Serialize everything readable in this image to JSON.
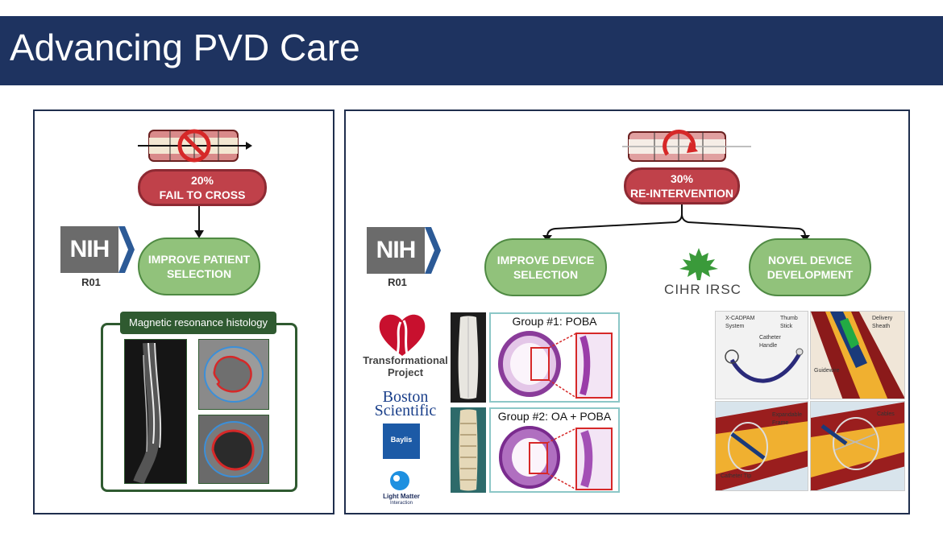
{
  "slide": {
    "title": "Advancing PVD Care"
  },
  "left_panel": {
    "stat": {
      "value": "20%",
      "label": "FAIL TO CROSS"
    },
    "nih": {
      "logo": "NIH",
      "grant": "R01"
    },
    "goal": {
      "line1": "IMPROVE PATIENT",
      "line2": "SELECTION"
    },
    "mri_label": "Magnetic resonance histology"
  },
  "right_panel": {
    "stat": {
      "value": "30%",
      "label": "RE-INTERVENTION"
    },
    "nih": {
      "logo": "NIH",
      "grant": "R01"
    },
    "goal_left": {
      "line1": "IMPROVE DEVICE",
      "line2": "SELECTION"
    },
    "goal_right": {
      "line1": "NOVEL DEVICE",
      "line2": "DEVELOPMENT"
    },
    "cihr": "CIHR IRSC",
    "aha": {
      "line1": "Transformational",
      "line2": "Project"
    },
    "boston": {
      "line1": "Boston",
      "line2": "Scientific"
    },
    "baylis": "Baylis",
    "lightmatter": {
      "line1": "Light Matter",
      "line2": "Interaction"
    },
    "group1": "Group #1: POBA",
    "group2": "Group #2: OA + POBA",
    "device_labels": {
      "system": "X-CADPAM System",
      "thumb": "Thumb Stick",
      "handle": "Catheter Handle",
      "sheath": "Delivery Sheath",
      "guidewire": "Guidewire",
      "frame": "Expandable Frame",
      "cables": "Cables",
      "tip": "Catheter Tip"
    }
  },
  "colors": {
    "title_bar": "#1e3360",
    "red_pill": "#c0414a",
    "green_pill": "#91c27b",
    "nih_gray": "#6b6b6b"
  }
}
